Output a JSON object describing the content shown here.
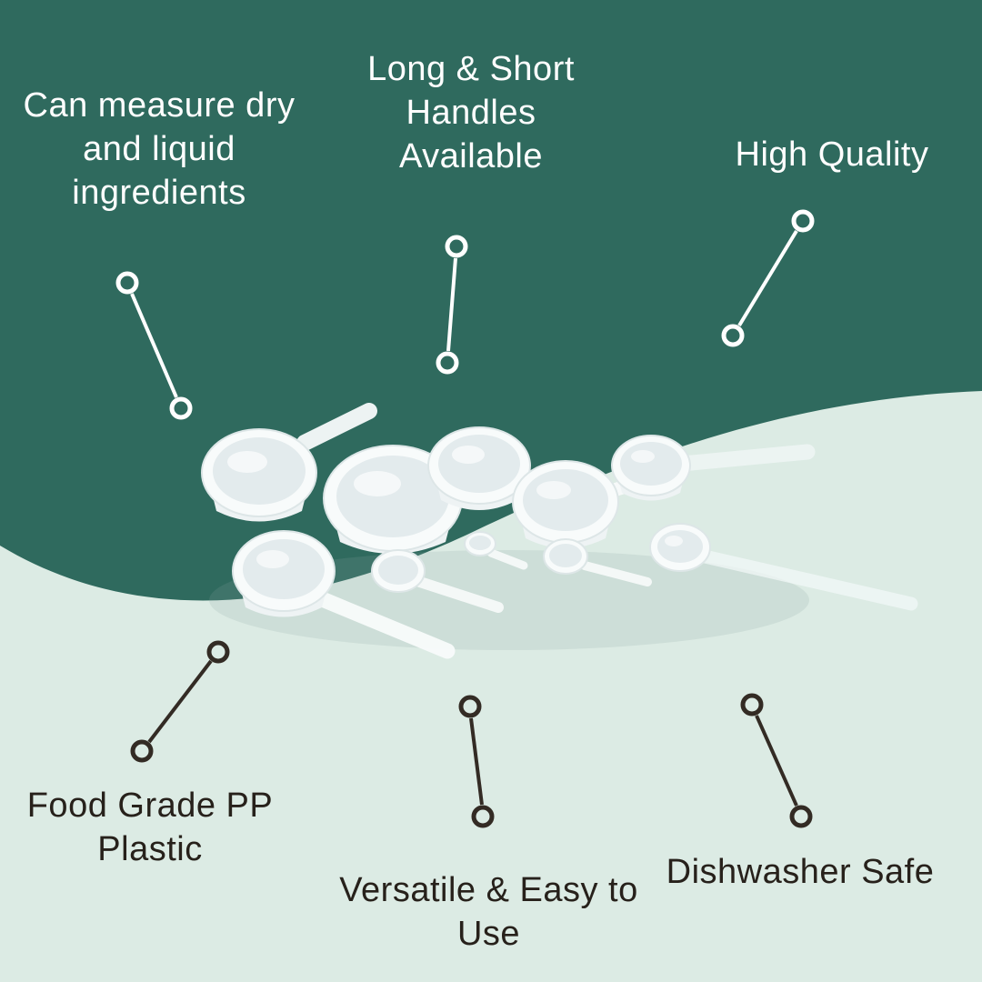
{
  "page": {
    "type": "product-infographic",
    "subject": "Plastic measuring scoops"
  },
  "colors": {
    "background_dark": "#2f6a5e",
    "background_light": "#dcebe4",
    "text_light": "#ffffff",
    "text_dark": "#27211b",
    "connector_light": "#ffffff",
    "connector_dark": "#332b24",
    "product_plastic": "#f8fbfb"
  },
  "callouts": [
    {
      "name": "measure-ingredients",
      "theme": "light",
      "lines": [
        "Can measure dry",
        "and liquid",
        "ingredients"
      ]
    },
    {
      "name": "handle-options",
      "theme": "light",
      "lines": [
        "Long & Short",
        "Handles",
        "Available"
      ]
    },
    {
      "name": "high-quality",
      "theme": "light",
      "lines": [
        "High Quality"
      ]
    },
    {
      "name": "food-grade",
      "theme": "dark",
      "lines": [
        "Food Grade PP",
        "Plastic"
      ]
    },
    {
      "name": "versatile",
      "theme": "dark",
      "lines": [
        "Versatile & Easy to",
        "Use"
      ]
    },
    {
      "name": "dishwasher-safe",
      "theme": "dark",
      "lines": [
        "Dishwasher Safe"
      ]
    }
  ],
  "product": {
    "icon": "measuring-scoops-photo",
    "description": "Set of translucent white plastic measuring cups and spoons with long and short handles"
  }
}
